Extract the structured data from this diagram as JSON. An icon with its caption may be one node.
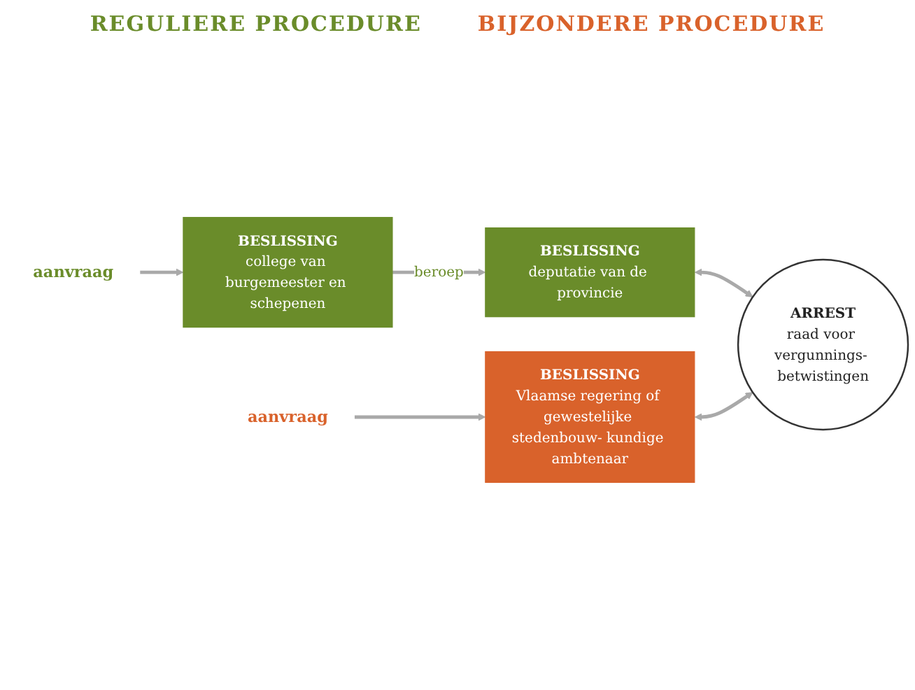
{
  "diagram": {
    "nodes": [
      {
        "text": [
          "aanvraag"
        ]
      },
      {
        "text": [
          "BESLISSING",
          "college van burgemeester en schepenen"
        ]
      },
      {
        "text": [
          "BESLISSING",
          "deputatie van de provincie"
        ]
      },
      {
        "text": [
          "aanvraag"
        ]
      },
      {
        "text": [
          "BESLISSING",
          "Vlaamse regering of gewestelijke stedenbouw- kundige ambtenaar"
        ]
      },
      {
        "text": [
          "ARREST",
          "raad voor vergunnings- betwistingen"
        ]
      }
    ],
    "edges": [
      {
        "from": 0,
        "to": 1,
        "arrow": "to"
      },
      {
        "from": 1,
        "to": 2,
        "arrow": "to",
        "label": "beroep"
      },
      {
        "from": 3,
        "to": 4,
        "arrow": "to"
      },
      {
        "from": 2,
        "to": 5,
        "arrow": "both"
      },
      {
        "from": 4,
        "to": 5,
        "arrow": "both"
      }
    ],
    "labels": [
      "REGULIERE PROCEDURE",
      "BIJZONDERE PROCEDURE"
    ]
  }
}
